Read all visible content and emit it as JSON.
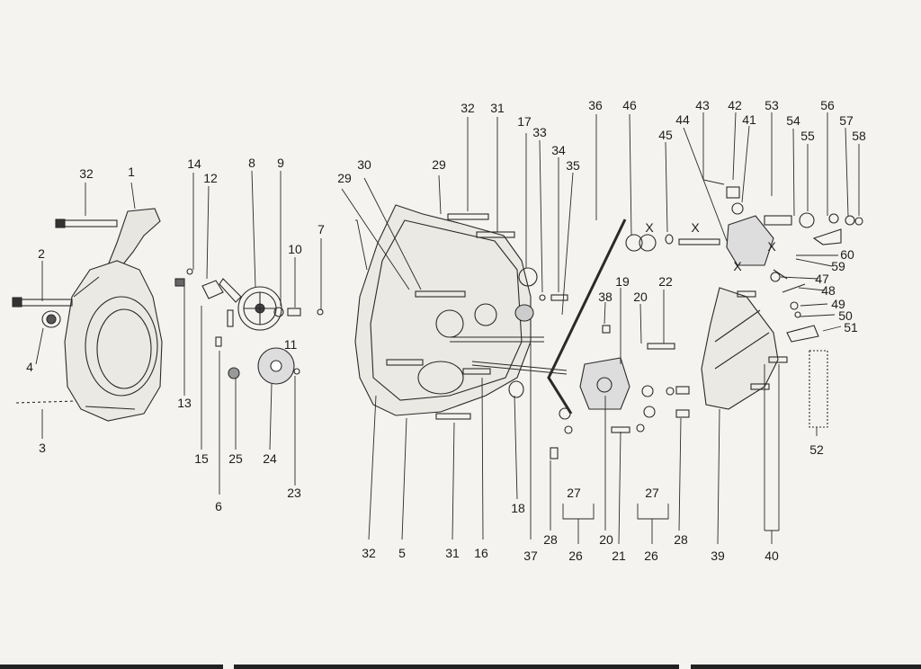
{
  "labels": [
    {
      "id": "1",
      "text": "1"
    },
    {
      "id": "2",
      "text": "2"
    },
    {
      "id": "3",
      "text": "3"
    },
    {
      "id": "4",
      "text": "4"
    },
    {
      "id": "5",
      "text": "5"
    },
    {
      "id": "6",
      "text": "6"
    },
    {
      "id": "7",
      "text": "7"
    },
    {
      "id": "8",
      "text": "8"
    },
    {
      "id": "9",
      "text": "9"
    },
    {
      "id": "10",
      "text": "10"
    },
    {
      "id": "11",
      "text": "11"
    },
    {
      "id": "12",
      "text": "12"
    },
    {
      "id": "13",
      "text": "13"
    },
    {
      "id": "14",
      "text": "14"
    },
    {
      "id": "15",
      "text": "15"
    },
    {
      "id": "16",
      "text": "16"
    },
    {
      "id": "17",
      "text": "17"
    },
    {
      "id": "18",
      "text": "18"
    },
    {
      "id": "19",
      "text": "19"
    },
    {
      "id": "20a",
      "text": "20"
    },
    {
      "id": "20b",
      "text": "20"
    },
    {
      "id": "21",
      "text": "21"
    },
    {
      "id": "22",
      "text": "22"
    },
    {
      "id": "23",
      "text": "23"
    },
    {
      "id": "24",
      "text": "24"
    },
    {
      "id": "25",
      "text": "25"
    },
    {
      "id": "26a",
      "text": "26"
    },
    {
      "id": "26b",
      "text": "26"
    },
    {
      "id": "27a",
      "text": "27"
    },
    {
      "id": "27b",
      "text": "27"
    },
    {
      "id": "28a",
      "text": "28"
    },
    {
      "id": "28b",
      "text": "28"
    },
    {
      "id": "29a",
      "text": "29"
    },
    {
      "id": "29b",
      "text": "29"
    },
    {
      "id": "30",
      "text": "30"
    },
    {
      "id": "31a",
      "text": "31"
    },
    {
      "id": "31b",
      "text": "31"
    },
    {
      "id": "32a",
      "text": "32"
    },
    {
      "id": "32b",
      "text": "32"
    },
    {
      "id": "32c",
      "text": "32"
    },
    {
      "id": "33",
      "text": "33"
    },
    {
      "id": "34",
      "text": "34"
    },
    {
      "id": "35",
      "text": "35"
    },
    {
      "id": "36",
      "text": "36"
    },
    {
      "id": "37",
      "text": "37"
    },
    {
      "id": "38",
      "text": "38"
    },
    {
      "id": "39",
      "text": "39"
    },
    {
      "id": "40",
      "text": "40"
    },
    {
      "id": "41",
      "text": "41"
    },
    {
      "id": "42",
      "text": "42"
    },
    {
      "id": "43",
      "text": "43"
    },
    {
      "id": "44",
      "text": "44"
    },
    {
      "id": "45",
      "text": "45"
    },
    {
      "id": "46",
      "text": "46"
    },
    {
      "id": "47",
      "text": "47"
    },
    {
      "id": "48",
      "text": "48"
    },
    {
      "id": "49",
      "text": "49"
    },
    {
      "id": "50",
      "text": "50"
    },
    {
      "id": "51",
      "text": "51"
    },
    {
      "id": "52",
      "text": "52"
    },
    {
      "id": "53",
      "text": "53"
    },
    {
      "id": "54",
      "text": "54"
    },
    {
      "id": "55",
      "text": "55"
    },
    {
      "id": "56",
      "text": "56"
    },
    {
      "id": "57",
      "text": "57"
    },
    {
      "id": "58",
      "text": "58"
    },
    {
      "id": "59",
      "text": "59"
    },
    {
      "id": "60",
      "text": "60"
    },
    {
      "id": "xa",
      "text": "X"
    },
    {
      "id": "xb",
      "text": "X"
    },
    {
      "id": "xc",
      "text": "X"
    },
    {
      "id": "xd",
      "text": "X"
    }
  ],
  "colors": {
    "paper": "#f4f3ef",
    "ink": "#1d1d1d",
    "line": "#2a2a2a"
  }
}
